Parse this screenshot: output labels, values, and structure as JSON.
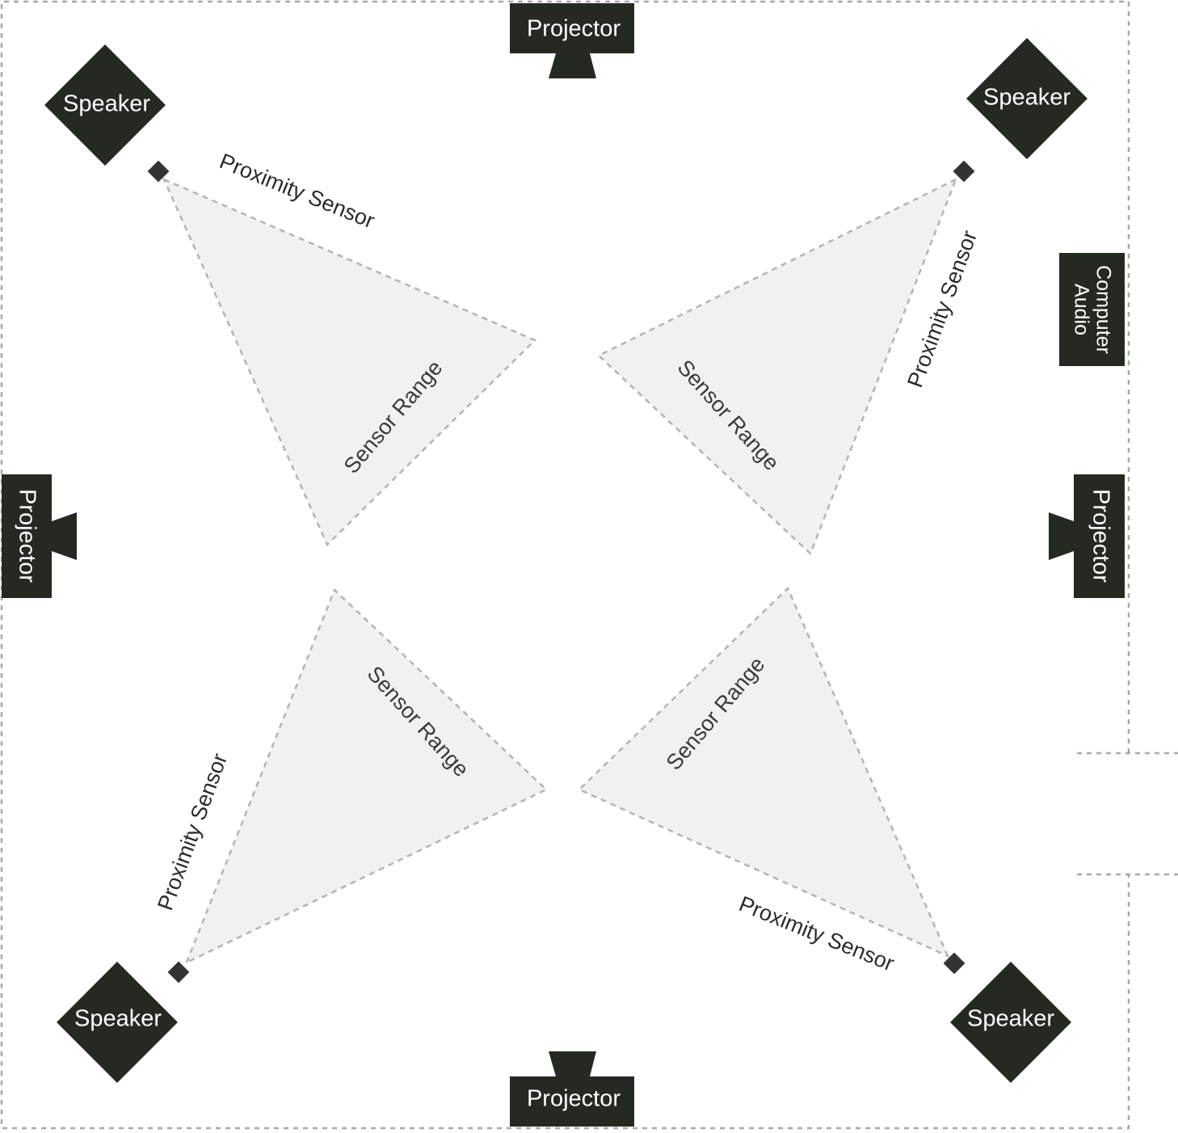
{
  "labels": {
    "projector": "Projector",
    "speaker": "Speaker",
    "proximity_sensor": "Proximity Sensor",
    "sensor_range": "Sensor Range",
    "computer_audio_line1": "Computer",
    "computer_audio_line2": "Audio"
  },
  "colors": {
    "equipment": "#242a22",
    "sensor_range_fill": "#f1f1f1",
    "dashed_line": "#a8a8a8"
  }
}
